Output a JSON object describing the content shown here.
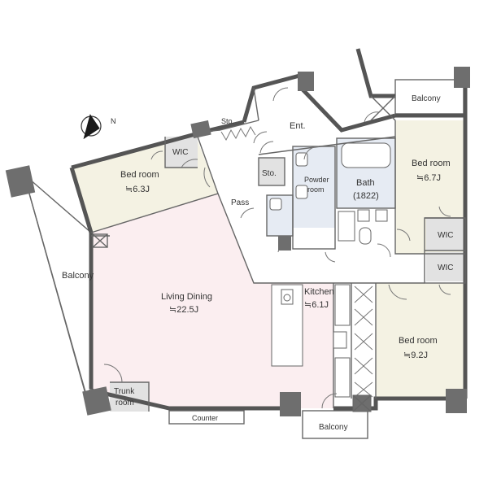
{
  "compass": {
    "label": "N",
    "icon": "compass-north-icon"
  },
  "rooms": [
    {
      "id": "bedroom-west",
      "label": "Bed room",
      "area": "≒6.3J"
    },
    {
      "id": "wic-west",
      "label": "WIC"
    },
    {
      "id": "sto-top",
      "label": "Sto."
    },
    {
      "id": "entrance",
      "label": "Ent."
    },
    {
      "id": "sto-small",
      "label": "Sto."
    },
    {
      "id": "powder",
      "label": "Powder",
      "label2": "room"
    },
    {
      "id": "bath",
      "label": "Bath",
      "area": "(1822)"
    },
    {
      "id": "balcony-ne",
      "label": "Balcony"
    },
    {
      "id": "bedroom-east",
      "label": "Bed room",
      "area": "≒6.7J"
    },
    {
      "id": "wic-east-1",
      "label": "WIC"
    },
    {
      "id": "wic-east-2",
      "label": "WIC"
    },
    {
      "id": "pass",
      "label": "Pass"
    },
    {
      "id": "balcony-west",
      "label": "Balcony"
    },
    {
      "id": "living",
      "label": "Living Dining",
      "area": "≒22.5J"
    },
    {
      "id": "kitchen",
      "label": "Kitchen",
      "area": "≒6.1J"
    },
    {
      "id": "bedroom-se",
      "label": "Bed room",
      "area": "≒9.2J"
    },
    {
      "id": "trunk",
      "label": "Trunk",
      "label2": "room"
    },
    {
      "id": "counter",
      "label": "Counter"
    },
    {
      "id": "balcony-south",
      "label": "Balcony"
    }
  ],
  "colors": {
    "living_fill": "#fbeef0",
    "bedroom_fill": "#f4f2e3",
    "wet_fill": "#e6ebf3",
    "wic_fill": "#e2e2e2",
    "wall": "#555555",
    "column": "#6e6e6e"
  }
}
